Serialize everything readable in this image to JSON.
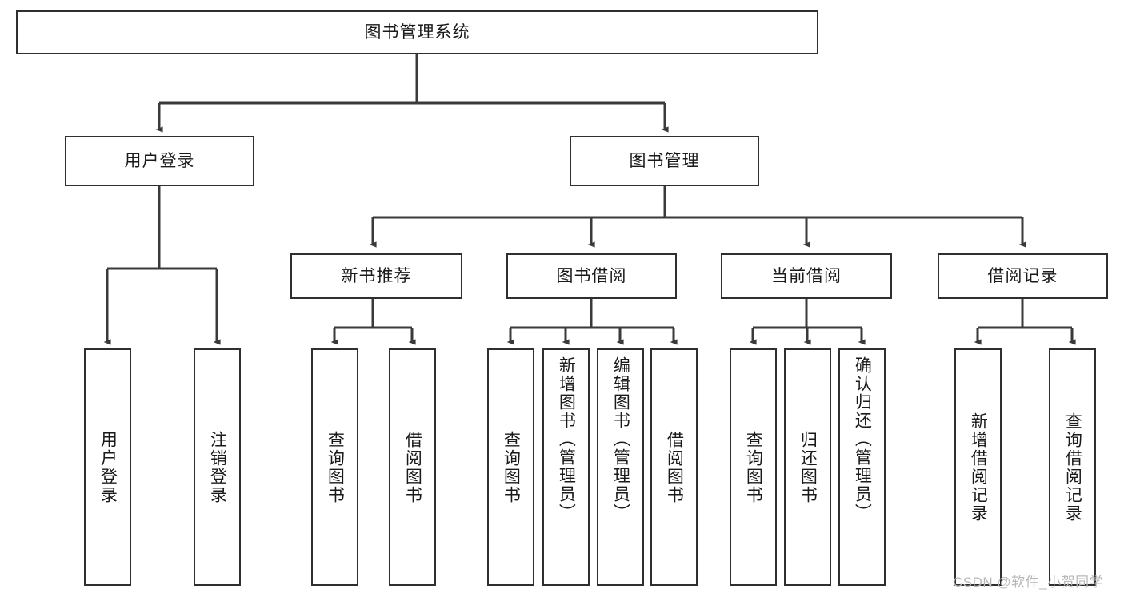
{
  "diagram": {
    "type": "tree",
    "title": "图书管理系统",
    "watermark": "CSDN @软件_小贺同学",
    "style": {
      "box_fill": "#ffffff",
      "box_stroke": "#2f2f2f",
      "line_color": "#3a3a3a",
      "text_color": "#1a1a1a",
      "watermark_color": "#b8b8b8",
      "background": "#ffffff"
    },
    "nodes": {
      "root": {
        "label": "图书管理系统",
        "level": 0
      },
      "l1": [
        {
          "id": "user_login",
          "label": "用户登录"
        },
        {
          "id": "book_manage",
          "label": "图书管理"
        }
      ],
      "l2": [
        {
          "id": "new_book_rec",
          "label": "新书推荐",
          "parent": "book_manage"
        },
        {
          "id": "book_borrow",
          "label": "图书借阅",
          "parent": "book_manage"
        },
        {
          "id": "current_borrow",
          "label": "当前借阅",
          "parent": "book_manage"
        },
        {
          "id": "borrow_record",
          "label": "借阅记录",
          "parent": "book_manage"
        }
      ],
      "leaves": {
        "user_login": [
          {
            "id": "leaf_user_login",
            "label": "用户登录"
          },
          {
            "id": "leaf_user_logout",
            "label": "注销登录"
          }
        ],
        "new_book_rec": [
          {
            "id": "leaf_nbr_query",
            "label": "查询图书"
          },
          {
            "id": "leaf_nbr_borrow",
            "label": "借阅图书"
          }
        ],
        "book_borrow": [
          {
            "id": "leaf_bb_query",
            "label": "查询图书"
          },
          {
            "id": "leaf_bb_add",
            "label": "新增图书（管理员）"
          },
          {
            "id": "leaf_bb_edit",
            "label": "编辑图书（管理员）"
          },
          {
            "id": "leaf_bb_borrow",
            "label": "借阅图书"
          }
        ],
        "current_borrow": [
          {
            "id": "leaf_cb_query",
            "label": "查询图书"
          },
          {
            "id": "leaf_cb_return",
            "label": "归还图书"
          },
          {
            "id": "leaf_cb_confirm",
            "label": "确认归还（管理员）"
          }
        ],
        "borrow_record": [
          {
            "id": "leaf_br_add",
            "label": "新增借阅记录"
          },
          {
            "id": "leaf_br_query",
            "label": "查询借阅记录"
          }
        ]
      }
    }
  }
}
